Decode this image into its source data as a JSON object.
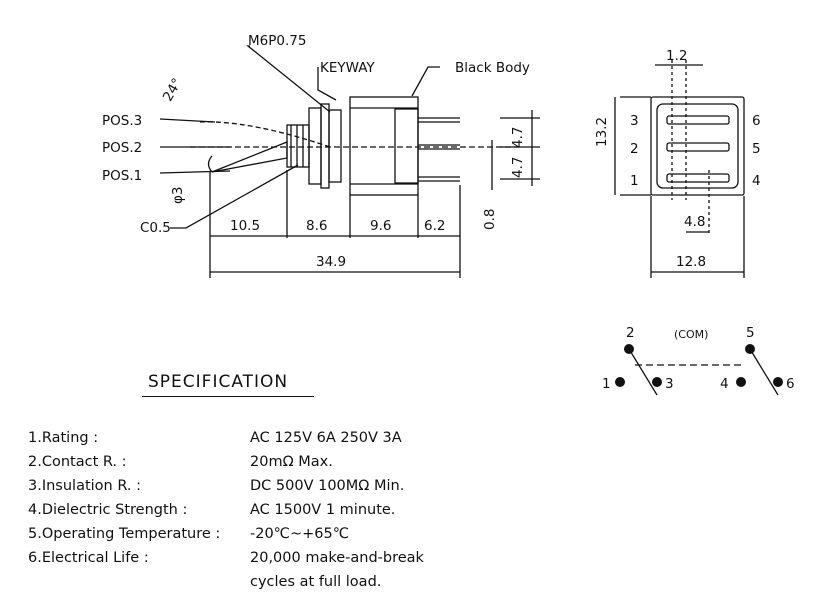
{
  "drawing": {
    "labels": {
      "thread": "M6P0.75",
      "keyway": "KEYWAY",
      "body": "Black Body",
      "pos3": "POS.3",
      "pos2": "POS.2",
      "pos1": "POS.1",
      "angle": "24°",
      "phi": "φ3",
      "chamfer": "C0.5"
    },
    "dimensions": {
      "d1": "10.5",
      "d2": "8.6",
      "d3": "9.6",
      "d4": "6.2",
      "total": "34.9",
      "pin_gap": "0.8",
      "pitch_a": "4.7",
      "pitch_b": "4.7",
      "top": "1.2",
      "height": "13.2",
      "pin_spacing": "4.8",
      "width": "12.8"
    },
    "pins": {
      "left": [
        "3",
        "2",
        "1"
      ],
      "right": [
        "6",
        "5",
        "4"
      ]
    },
    "schematic": {
      "com": "(COM)",
      "n1": "1",
      "n2": "2",
      "n3": "3",
      "n4": "4",
      "n5": "5",
      "n6": "6"
    }
  },
  "specification": {
    "title": "SPECIFICATION",
    "items": [
      {
        "label": "1.Rating :",
        "value": "AC 125V 6A 250V 3A"
      },
      {
        "label": "2.Contact R. :",
        "value": "20mΩ Max."
      },
      {
        "label": "3.Insulation R. :",
        "value": "DC 500V 100MΩ Min."
      },
      {
        "label": "4.Dielectric Strength :",
        "value": "AC 1500V 1 minute."
      },
      {
        "label": "5.Operating Temperature :",
        "value": "-20℃~+65℃"
      },
      {
        "label": "6.Electrical Life :",
        "value": "20,000 make-and-break"
      },
      {
        "label": "",
        "value": "cycles at full load."
      }
    ]
  }
}
